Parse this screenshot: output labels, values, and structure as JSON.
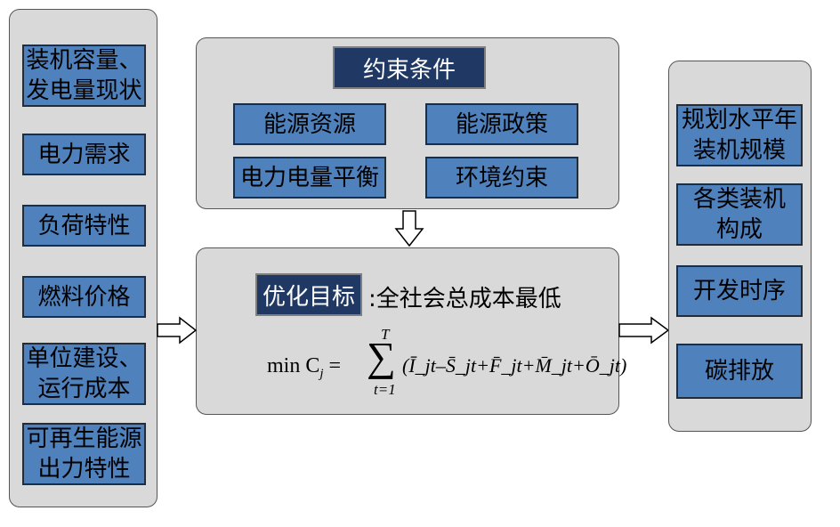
{
  "inputs": [
    "装机容量、\n发电量现状",
    "电力需求",
    "负荷特性",
    "燃料价格",
    "单位建设、\n运行成本",
    "可再生能源\n出力特性"
  ],
  "constraints": {
    "title": "约束条件",
    "items": [
      "能源资源",
      "能源政策",
      "电力电量平衡",
      "环境约束"
    ]
  },
  "objective": {
    "label": "优化目标",
    "text": ":全社会总成本最低",
    "formula": {
      "lhs": "min C",
      "lhs_sub": "j",
      "eq": " =",
      "sum_upper": "T",
      "sum_lower": "t=1",
      "body": "(Ī_jt–S̄_jt+F̄_jt+M̄_jt+Ō_jt)"
    }
  },
  "outputs": [
    "规划水平年\n装机规模",
    "各类装机\n构成",
    "开发时序",
    "碳排放"
  ],
  "colors": {
    "panel": "#d9d9d9",
    "box": "#4f81bd",
    "dark_box": "#1f3864"
  }
}
